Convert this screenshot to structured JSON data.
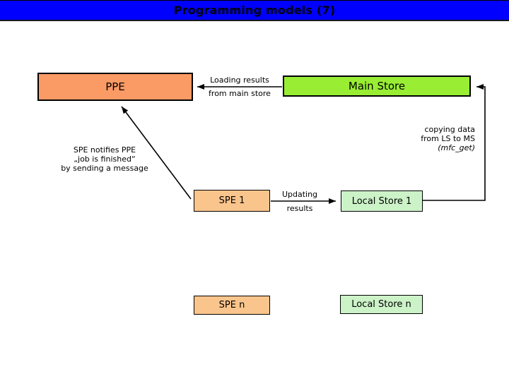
{
  "slide": {
    "title": "Programming models (7)"
  },
  "boxes": {
    "ppe": "PPE",
    "main_store": "Main Store",
    "spe_1": "SPE 1",
    "local_store_1": "Local Store 1",
    "spe_n": "SPE n",
    "local_store_n": "Local Store n"
  },
  "labels": {
    "loading_line1": "Loading results",
    "loading_line2": "from main store",
    "copying_line1": "copying data",
    "copying_line2": "from LS to MS",
    "copying_line3": "(mfc_get)",
    "notify_line1": "SPE notifies PPE",
    "notify_line2": "„job is finished“",
    "notify_line3": "by sending a message",
    "updating_line1": "Updating",
    "updating_line2": "results"
  },
  "colors": {
    "title_bar": "#0000ff",
    "ppe_fill": "#fa9a64",
    "spe_fill": "#fac58c",
    "main_store_fill": "#99ee33",
    "local_store_fill": "#ccf2c8",
    "connector": "#000000"
  }
}
